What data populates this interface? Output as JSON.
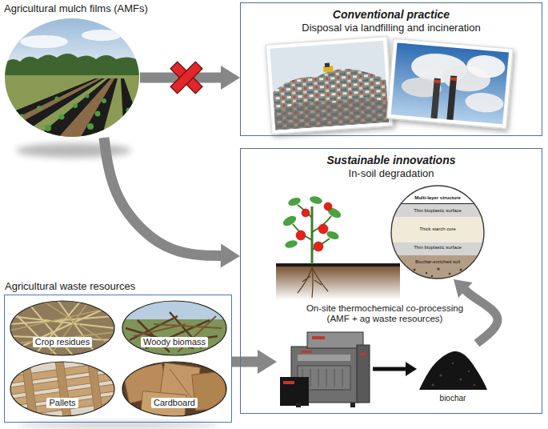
{
  "diagram": {
    "nodes": [
      {
        "text": [
          "Agricultural mulch films (AMFs)"
        ]
      },
      {
        "text": [
          "Conventional practice",
          "Disposal via landfilling and incineration"
        ]
      },
      {
        "text": [
          "Sustainable innovations",
          "In-soil degradation"
        ]
      },
      {
        "text": [
          "Multi-layer structure",
          "Thin bioplastic surface",
          "Thick starch core",
          "Thin bioplastic surface",
          "Biochar-enriched soil"
        ],
        "in": 2
      },
      {
        "text": [
          "On-site thermochemical co-processing (AMF + ag waste resources)"
        ],
        "in": 2
      },
      {
        "text": [
          "biochar"
        ],
        "in": 2
      },
      {
        "text": [
          "Agricultural waste resources"
        ]
      },
      {
        "text": [
          "Crop residues"
        ],
        "in": 6
      },
      {
        "text": [
          "Woody biomass"
        ],
        "in": 6
      },
      {
        "text": [
          "Pallets"
        ],
        "in": 6
      },
      {
        "text": [
          "Cardboard"
        ],
        "in": 6
      }
    ],
    "edges": [
      {
        "from": 0,
        "to": 1,
        "arrow": "to"
      },
      {
        "from": 0,
        "to": 2,
        "arrow": "to"
      },
      {
        "from": 6,
        "to": 4,
        "arrow": "to"
      },
      {
        "from": 4,
        "to": 5,
        "arrow": "to"
      },
      {
        "from": 5,
        "to": 3,
        "arrow": "to"
      }
    ]
  }
}
